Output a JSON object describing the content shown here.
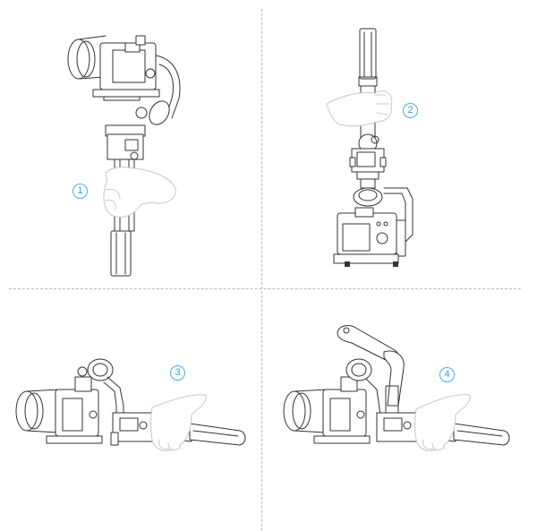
{
  "diagram": {
    "type": "instructional-illustration",
    "subject": "handheld camera gimbal grip modes",
    "colors": {
      "step_badge": "#2f9fd8",
      "line_art": "#333333",
      "hand_outline": "#c8c8c8",
      "divider": "#bdbdbd",
      "background": "#ffffff"
    },
    "panels": [
      {
        "step": "1",
        "position": "top-left",
        "description": "Upright mode: hand grips handle, camera on top"
      },
      {
        "step": "2",
        "position": "top-right",
        "description": "Underslung mode: gimbal inverted, camera at bottom"
      },
      {
        "step": "3",
        "position": "bottom-left",
        "description": "Flashlight mode: handle held horizontally"
      },
      {
        "step": "4",
        "position": "bottom-right",
        "description": "Flashlight mode with top handle attached"
      }
    ]
  }
}
